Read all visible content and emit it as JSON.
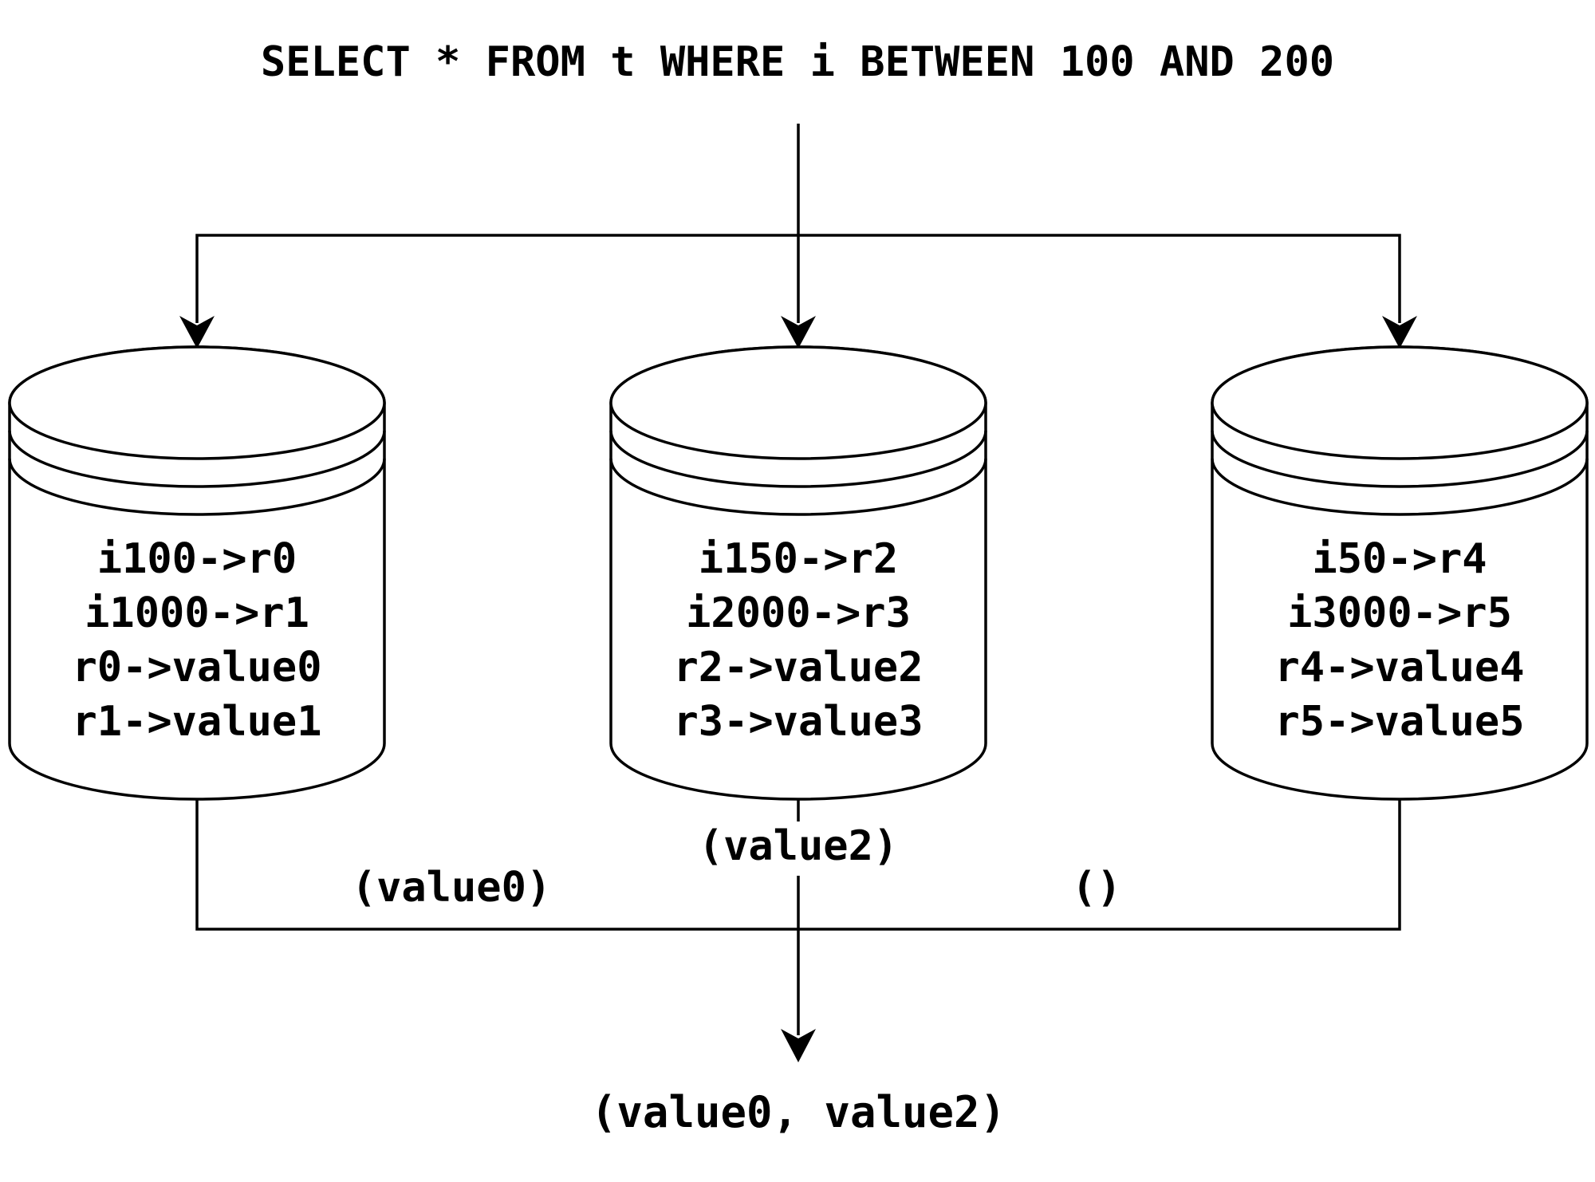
{
  "query": "SELECT * FROM t WHERE i BETWEEN 100 AND 200",
  "nodes": [
    {
      "lines": [
        "i100->r0",
        "i1000->r1",
        "r0->value0",
        "r1->value1"
      ],
      "result": "(value0)"
    },
    {
      "lines": [
        "i150->r2",
        "i2000->r3",
        "r2->value2",
        "r3->value3"
      ],
      "result": "(value2)"
    },
    {
      "lines": [
        "i50->r4",
        "i3000->r5",
        "r4->value4",
        "r5->value5"
      ],
      "result": "()"
    }
  ],
  "final_result": "(value0, value2)"
}
